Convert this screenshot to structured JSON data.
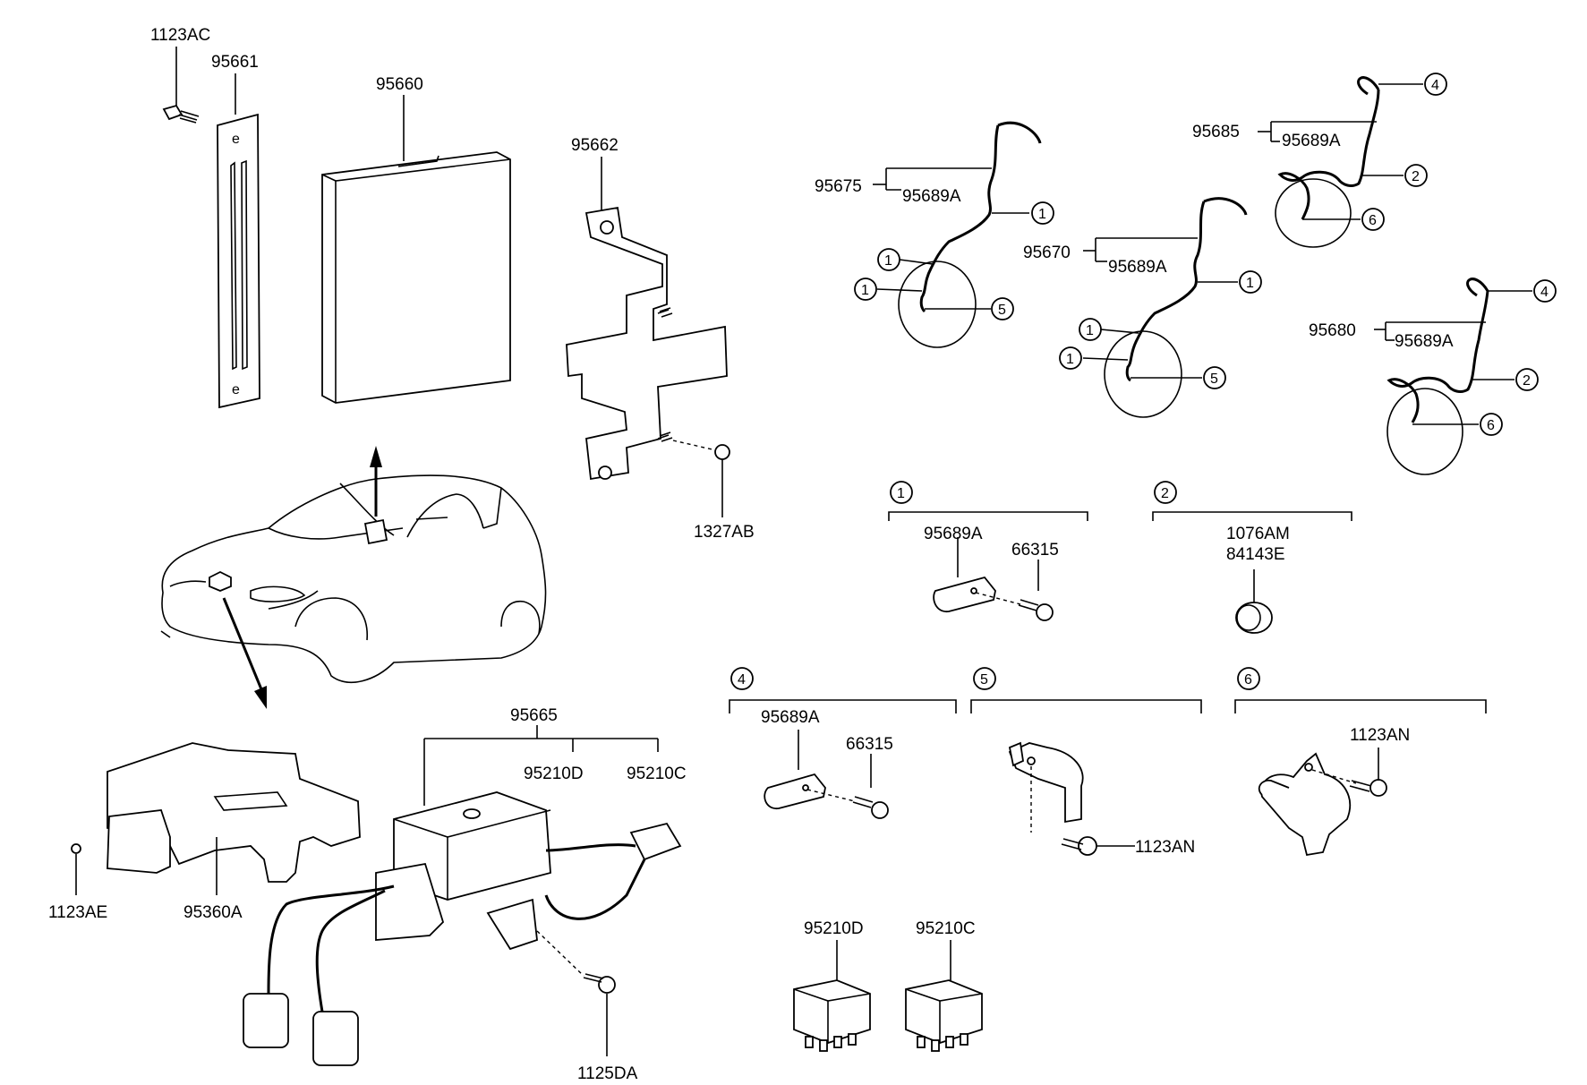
{
  "labels": {
    "p1123AC": "1123AC",
    "p95661": "95661",
    "p95660": "95660",
    "p95662": "95662",
    "p1327AB": "1327AB",
    "p95675": "95675",
    "p95675_sub": "95689A",
    "p95670": "95670",
    "p95670_sub": "95689A",
    "p95685": "95685",
    "p95685_sub": "95689A",
    "p95680": "95680",
    "p95680_sub": "95689A",
    "d1_part": "95689A",
    "d1_bolt": "66315",
    "d2_line1": "1076AM",
    "d2_line2": "84143E",
    "d4_part": "95689A",
    "d4_bolt": "66315",
    "d5_bolt": "1123AN",
    "d6_bolt": "1123AN",
    "p95665": "95665",
    "p95210D_top": "95210D",
    "p95210C_top": "95210C",
    "p1123AE": "1123AE",
    "p95360A": "95360A",
    "p1125DA": "1125DA",
    "relayD": "95210D",
    "relayC": "95210C"
  },
  "callouts": {
    "c1": "1",
    "c2": "2",
    "c4": "4",
    "c5": "5",
    "c6": "6"
  }
}
